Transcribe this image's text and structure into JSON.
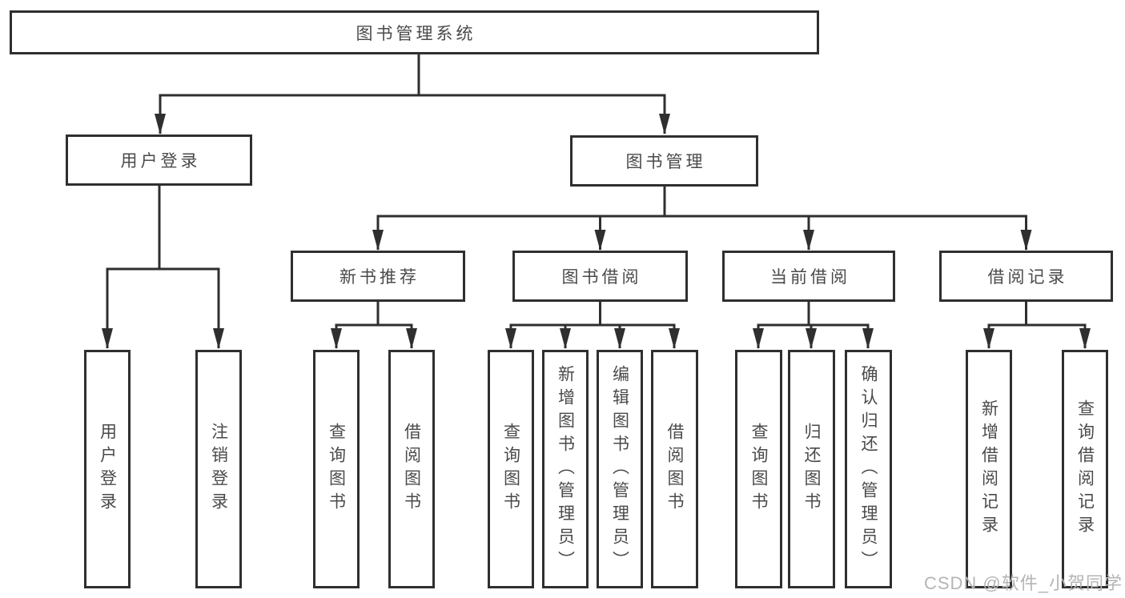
{
  "diagram": {
    "root": {
      "label": "图书管理系统"
    },
    "level2": {
      "user_login": "用户登录",
      "book_management": "图书管理"
    },
    "level3": {
      "new_book_recommend": "新书推荐",
      "book_borrow": "图书借阅",
      "current_borrow": "当前借阅",
      "borrow_record": "借阅记录"
    },
    "level4": {
      "under_user_login": [
        "用户登录",
        "注销登录"
      ],
      "under_new_book_recommend": [
        "查询图书",
        "借阅图书"
      ],
      "under_book_borrow": [
        "查询图书",
        "新增图书（管理员）",
        "编辑图书（管理员）",
        "借阅图书"
      ],
      "under_current_borrow": [
        "查询图书",
        "归还图书",
        "确认归还（管理员）"
      ],
      "under_borrow_record": [
        "新增借阅记录",
        "查询借阅记录"
      ]
    }
  },
  "watermark": {
    "text": "CSDN @软件_小贺同学"
  },
  "colors": {
    "line": "#2f2f2f",
    "text": "#4a4a4a",
    "watermark": "#b5b5b5",
    "background": "#ffffff"
  }
}
